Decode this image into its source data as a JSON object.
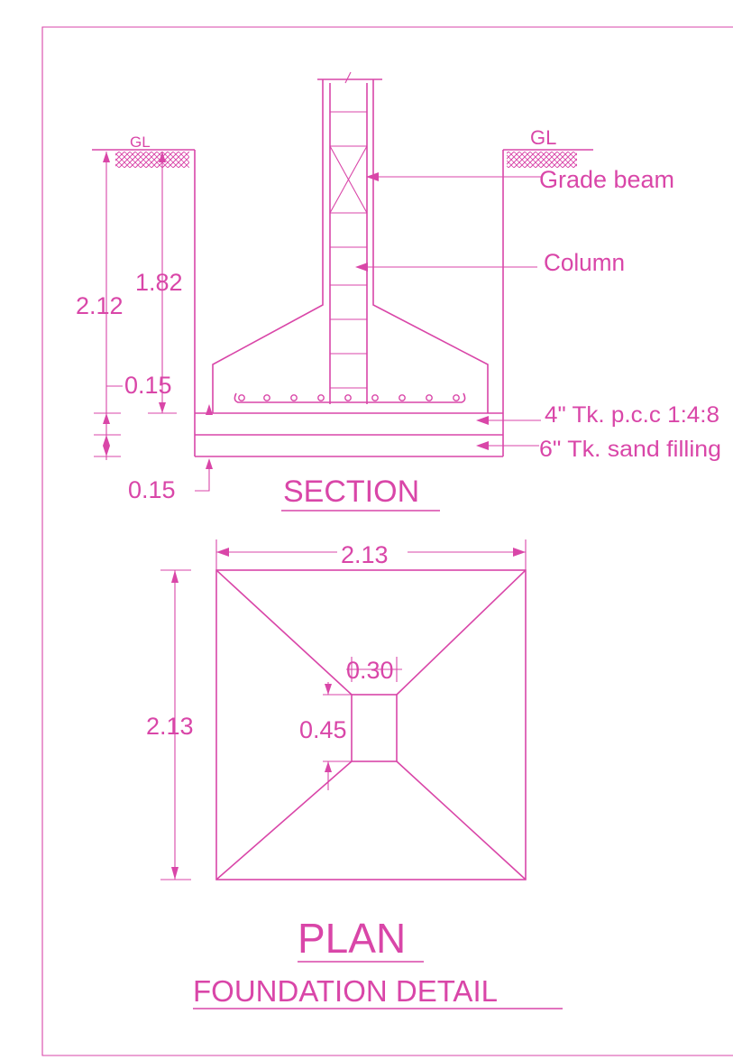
{
  "section": {
    "title": "SECTION",
    "gl_left": "GL",
    "gl_right": "GL",
    "dim_total_depth": "2.12",
    "dim_depth_to_footing": "1.82",
    "dim_pcc_thickness": "0.15",
    "dim_sand_thickness": "0.15",
    "label_grade_beam": "Grade  beam",
    "label_column": "Column",
    "label_pcc": "4\" Tk. p.c.c 1:4:8",
    "label_sand": "6\" Tk. sand  filling"
  },
  "plan": {
    "title": "PLAN",
    "dim_width": "2.13",
    "dim_height": "2.13",
    "dim_column_width": "0.30",
    "dim_column_depth": "0.45"
  },
  "drawing_title": "FOUNDATION DETAIL",
  "colors": {
    "line": "#d946a8",
    "background": "#ffffff"
  }
}
